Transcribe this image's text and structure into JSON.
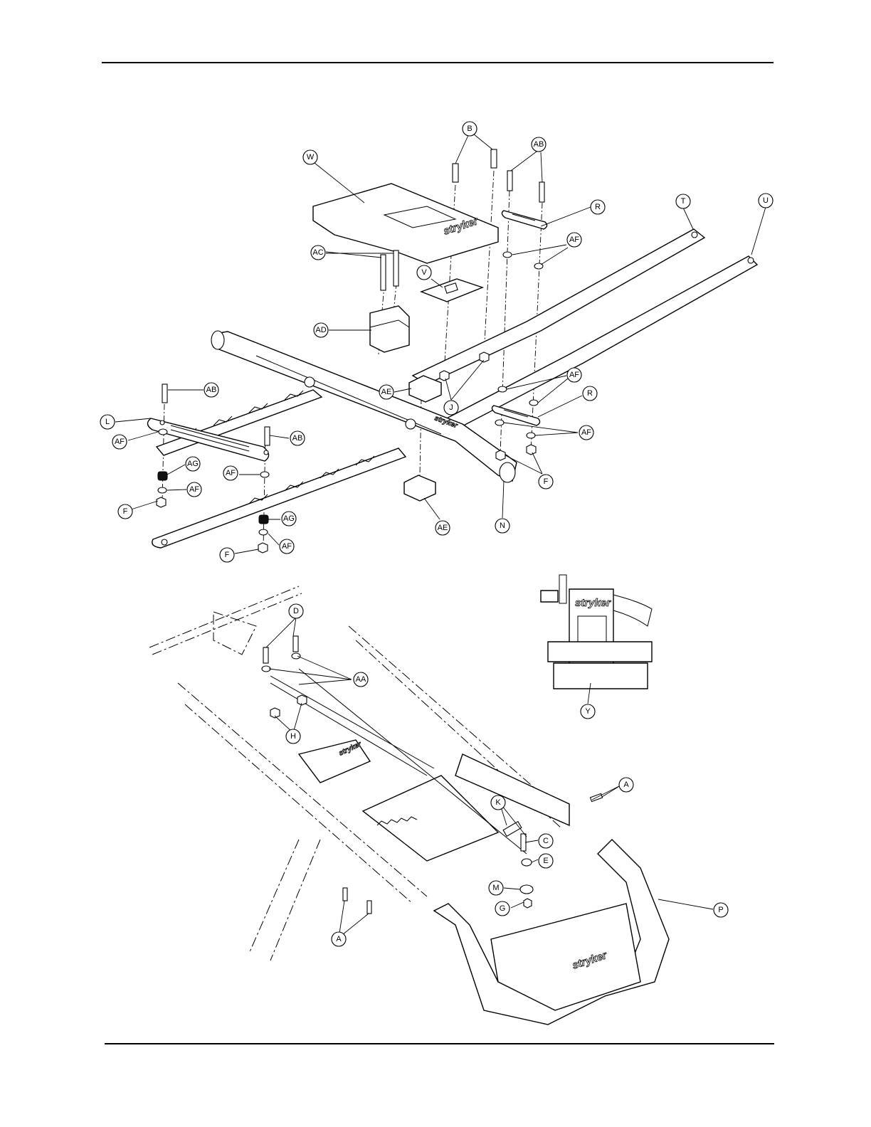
{
  "callouts": [
    {
      "label": "B"
    },
    {
      "label": "AB"
    },
    {
      "label": "W"
    },
    {
      "label": "R"
    },
    {
      "label": "T"
    },
    {
      "label": "U"
    },
    {
      "label": "AC"
    },
    {
      "label": "AF"
    },
    {
      "label": "V"
    },
    {
      "label": "AD"
    },
    {
      "label": "AB"
    },
    {
      "label": "AE"
    },
    {
      "label": "AF"
    },
    {
      "label": "R"
    },
    {
      "label": "L"
    },
    {
      "label": "AF"
    },
    {
      "label": "AB"
    },
    {
      "label": "J"
    },
    {
      "label": "AF"
    },
    {
      "label": "AG"
    },
    {
      "label": "AF"
    },
    {
      "label": "AF"
    },
    {
      "label": "F"
    },
    {
      "label": "F"
    },
    {
      "label": "AG"
    },
    {
      "label": "AE"
    },
    {
      "label": "N"
    },
    {
      "label": "AF"
    },
    {
      "label": "F"
    },
    {
      "label": "D"
    },
    {
      "label": "AA"
    },
    {
      "label": "H"
    },
    {
      "label": "Y"
    },
    {
      "label": "A"
    },
    {
      "label": "K"
    },
    {
      "label": "C"
    },
    {
      "label": "E"
    },
    {
      "label": "M"
    },
    {
      "label": "G"
    },
    {
      "label": "P"
    },
    {
      "label": "A"
    }
  ],
  "logos": {
    "cover_top": "stryker",
    "inset": "stryker",
    "frame_lower": "stryker",
    "handle": "stryker"
  }
}
